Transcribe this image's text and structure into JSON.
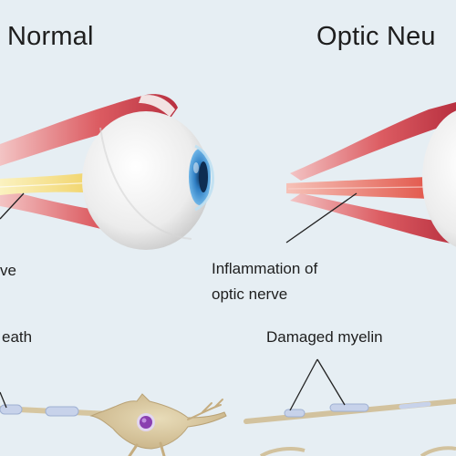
{
  "titles": {
    "left": "Normal",
    "right": "Optic Neu"
  },
  "labels": {
    "nerve_partial": "ve",
    "inflammation_line1": "Inflammation of",
    "inflammation_line2": "optic nerve",
    "sheath_partial": "eath",
    "damaged_myelin": "Damaged myelin"
  },
  "colors": {
    "background": "#e6eef3",
    "muscle": "#d9545a",
    "eyeball": "#eeeeee",
    "iris": "#3e8fd0",
    "optic_nerve_normal": "#f4dc74",
    "optic_nerve_inflamed": "#e86a5e",
    "neuron_body": "#d7c49a",
    "nucleus": "#8a3fb0",
    "myelin_segment": "#c7d2ea"
  }
}
